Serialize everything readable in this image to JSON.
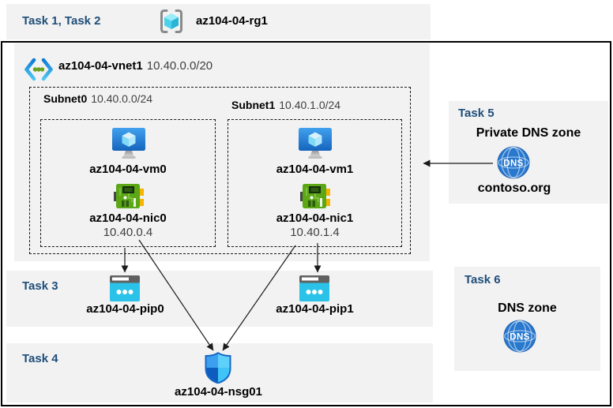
{
  "tasks_band": {
    "label": "Task 1, Task 2"
  },
  "resource_group": {
    "name": "az104-04-rg1"
  },
  "vnet": {
    "name": "az104-04-vnet1",
    "cidr": "10.40.0.0/20"
  },
  "subnets": [
    {
      "name": "Subnet0",
      "cidr": "10.40.0.0/24",
      "vm_name": "az104-04-vm0",
      "nic_name": "az104-04-nic0",
      "nic_ip": "10.40.0.4"
    },
    {
      "name": "Subnet1",
      "cidr": "10.40.1.0/24",
      "vm_name": "az104-04-vm1",
      "nic_name": "az104-04-nic1",
      "nic_ip": "10.40.1.4"
    }
  ],
  "task3": {
    "label": "Task 3",
    "pip0_name": "az104-04-pip0",
    "pip1_name": "az104-04-pip1"
  },
  "task4": {
    "label": "Task 4",
    "nsg_name": "az104-04-nsg01"
  },
  "task5": {
    "label": "Task 5",
    "title": "Private DNS zone",
    "zone_name": "contoso.org",
    "dns_icon_text": "DNS"
  },
  "task6": {
    "label": "Task 6",
    "title": "DNS zone",
    "dns_icon_text": "DNS"
  },
  "colors": {
    "task_label": "#1F4E79",
    "band_bg": "#F2F2F2",
    "cidr_text": "#3F3F3F",
    "arrow": "#1a1a1a"
  }
}
